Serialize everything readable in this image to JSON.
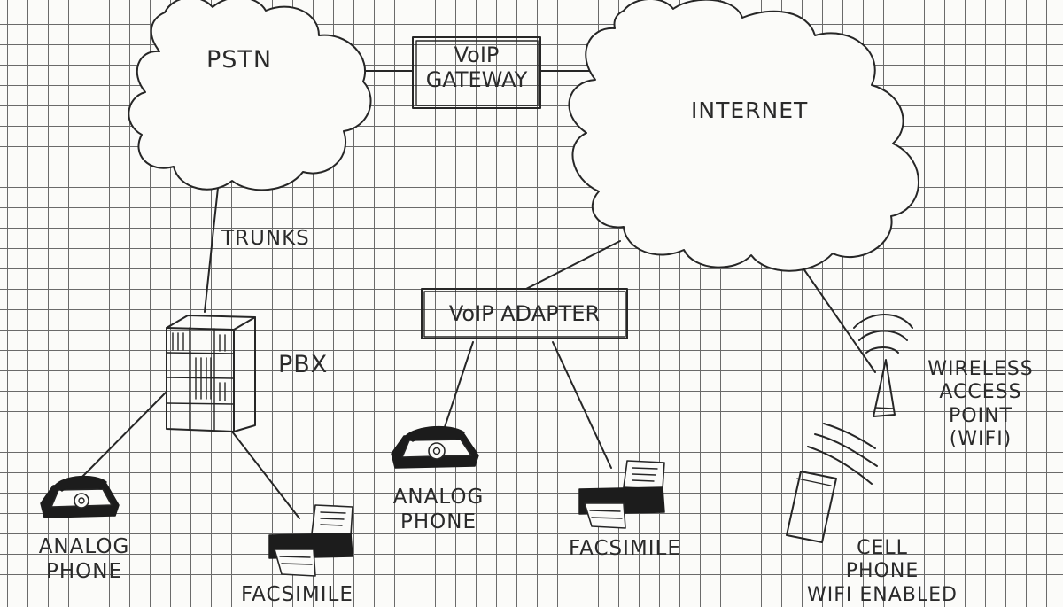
{
  "nodes": {
    "pstn": "PSTN",
    "voip_gateway": [
      "VoIP",
      "GATEWAY"
    ],
    "internet": "INTERNET",
    "trunks": "TRUNKS",
    "pbx": "PBX",
    "voip_adapter": "VoIP ADAPTER",
    "analog_phone_left": [
      "ANALOG",
      "PHONE"
    ],
    "facsimile_left": "FACSIMILE",
    "analog_phone_center": [
      "ANALOG",
      "PHONE"
    ],
    "facsimile_center": "FACSIMILE",
    "wireless_access_point": [
      "WIRELESS",
      "ACCESS",
      "POINT",
      "(WIFI)"
    ],
    "cell_phone": [
      "CELL",
      "PHONE",
      "WIFI ENABLED"
    ]
  }
}
